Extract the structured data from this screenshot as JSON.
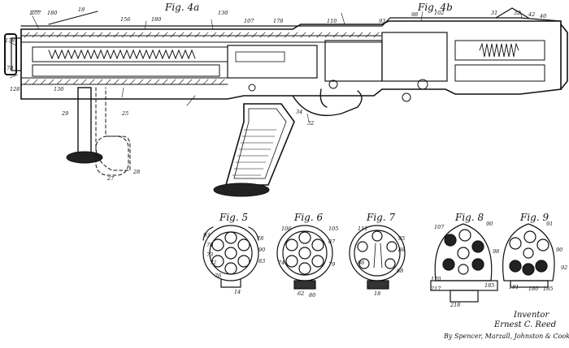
{
  "sheet": {
    "figures": {
      "fig4a": "Fig. 4a",
      "fig4b": "Fig. 4b",
      "fig5": "Fig. 5",
      "fig6": "Fig. 6",
      "fig7": "Fig. 7",
      "fig8": "Fig. 8",
      "fig9": "Fig. 9"
    },
    "inventor_heading": "Inventor",
    "inventor_name": "Ernest C. Reed",
    "attorney_line": "By Spencer, Marzall, Johnston & Cook Attys."
  },
  "reference_numerals": {
    "top": [
      "177",
      "180",
      "18",
      "156",
      "180",
      "130",
      "107",
      "178",
      "110",
      "93",
      "98",
      "102",
      "31",
      "32",
      "42",
      "40"
    ],
    "left": [
      "178",
      "178",
      "128",
      "177",
      "130"
    ],
    "grip": [
      "29",
      "25",
      "28",
      "27",
      "34",
      "32"
    ],
    "fig5": [
      "93",
      "78",
      "73",
      "72",
      "76",
      "78",
      "90",
      "83",
      "14"
    ],
    "fig6": [
      "106",
      "105",
      "74",
      "87",
      "79",
      "62",
      "80"
    ],
    "fig7": [
      "111",
      "95",
      "88",
      "86",
      "88",
      "18"
    ],
    "fig8": [
      "107",
      "90",
      "98",
      "170",
      "217",
      "218",
      "185"
    ],
    "fig9": [
      "91",
      "90",
      "92",
      "181",
      "185",
      "180"
    ]
  }
}
